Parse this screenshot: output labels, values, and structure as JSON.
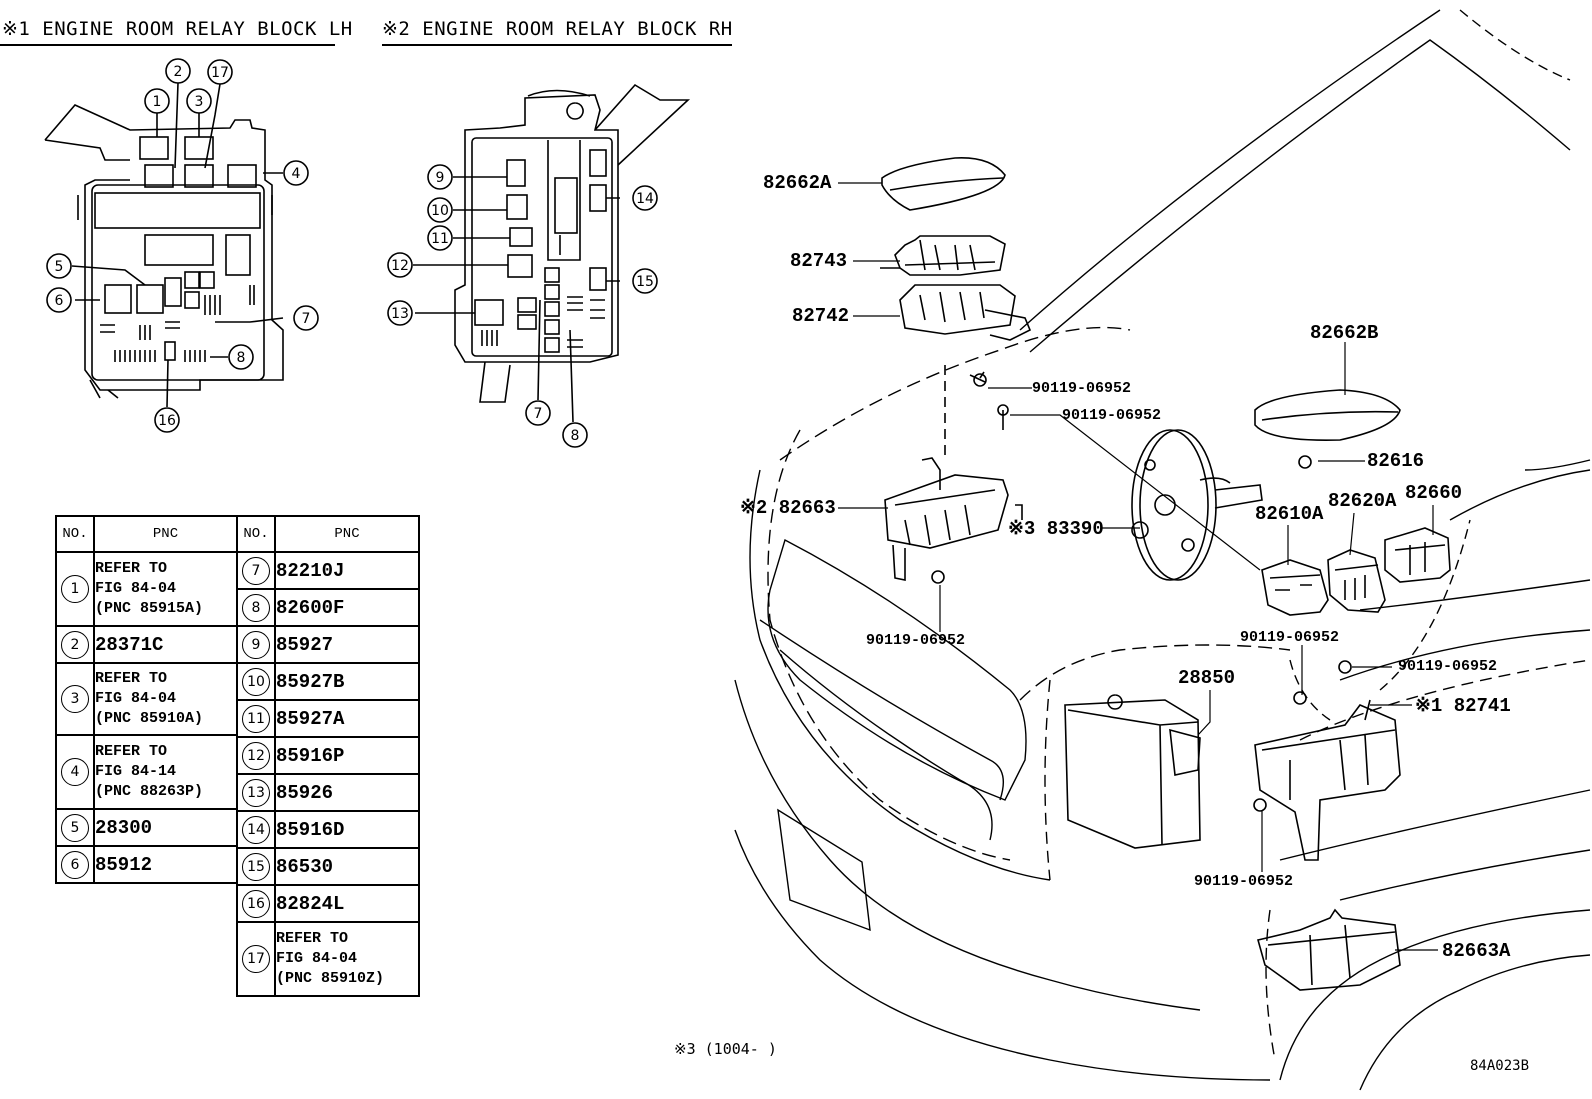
{
  "headers": {
    "lh": "※1 ENGINE ROOM RELAY BLOCK LH",
    "rh": "※2 ENGINE ROOM RELAY BLOCK RH"
  },
  "lh_callouts": [
    "1",
    "2",
    "17",
    "3",
    "4",
    "5",
    "6",
    "7",
    "8",
    "16"
  ],
  "rh_callouts": [
    "9",
    "10",
    "11",
    "12",
    "13",
    "14",
    "15",
    "7",
    "8"
  ],
  "table": {
    "col_no": "NO.",
    "col_pnc": "PNC",
    "left": [
      {
        "no": "1",
        "pnc": "REFER TO\nFIG 84-04\n(PNC 85915A)",
        "ref": true
      },
      {
        "no": "2",
        "pnc": "28371C",
        "ref": false
      },
      {
        "no": "3",
        "pnc": "REFER TO\nFIG 84-04\n(PNC 85910A)",
        "ref": true
      },
      {
        "no": "4",
        "pnc": "REFER TO\nFIG 84-14\n(PNC 88263P)",
        "ref": true
      },
      {
        "no": "5",
        "pnc": "28300",
        "ref": false
      },
      {
        "no": "6",
        "pnc": "85912",
        "ref": false
      }
    ],
    "right": [
      {
        "no": "7",
        "pnc": "82210J",
        "ref": false
      },
      {
        "no": "8",
        "pnc": "82600F",
        "ref": false
      },
      {
        "no": "9",
        "pnc": "85927",
        "ref": false
      },
      {
        "no": "10",
        "pnc": "85927B",
        "ref": false
      },
      {
        "no": "11",
        "pnc": "85927A",
        "ref": false
      },
      {
        "no": "12",
        "pnc": "85916P",
        "ref": false
      },
      {
        "no": "13",
        "pnc": "85926",
        "ref": false
      },
      {
        "no": "14",
        "pnc": "85916D",
        "ref": false
      },
      {
        "no": "15",
        "pnc": "86530",
        "ref": false
      },
      {
        "no": "16",
        "pnc": "82824L",
        "ref": false
      },
      {
        "no": "17",
        "pnc": "REFER TO\nFIG 84-04\n(PNC 85910Z)",
        "ref": true
      }
    ]
  },
  "parts": {
    "p82662A": "82662A",
    "p82743": "82743",
    "p82742": "82742",
    "p82662B": "82662B",
    "bolt1": "90119-06952",
    "bolt2": "90119-06952",
    "p82616": "82616",
    "p82663": "※2 82663",
    "p83390": "※3 83390",
    "p82610A": "82610A",
    "p82620A": "82620A",
    "p82660": "82660",
    "bolt3": "90119-06952",
    "bolt4": "90119-06952",
    "bolt5": "90119-06952",
    "p28850": "28850",
    "p82741": "※1 82741",
    "bolt6": "90119-06952",
    "p82663A": "82663A"
  },
  "footnote": "※3 (1004-      )",
  "figure_code": "84A023B"
}
